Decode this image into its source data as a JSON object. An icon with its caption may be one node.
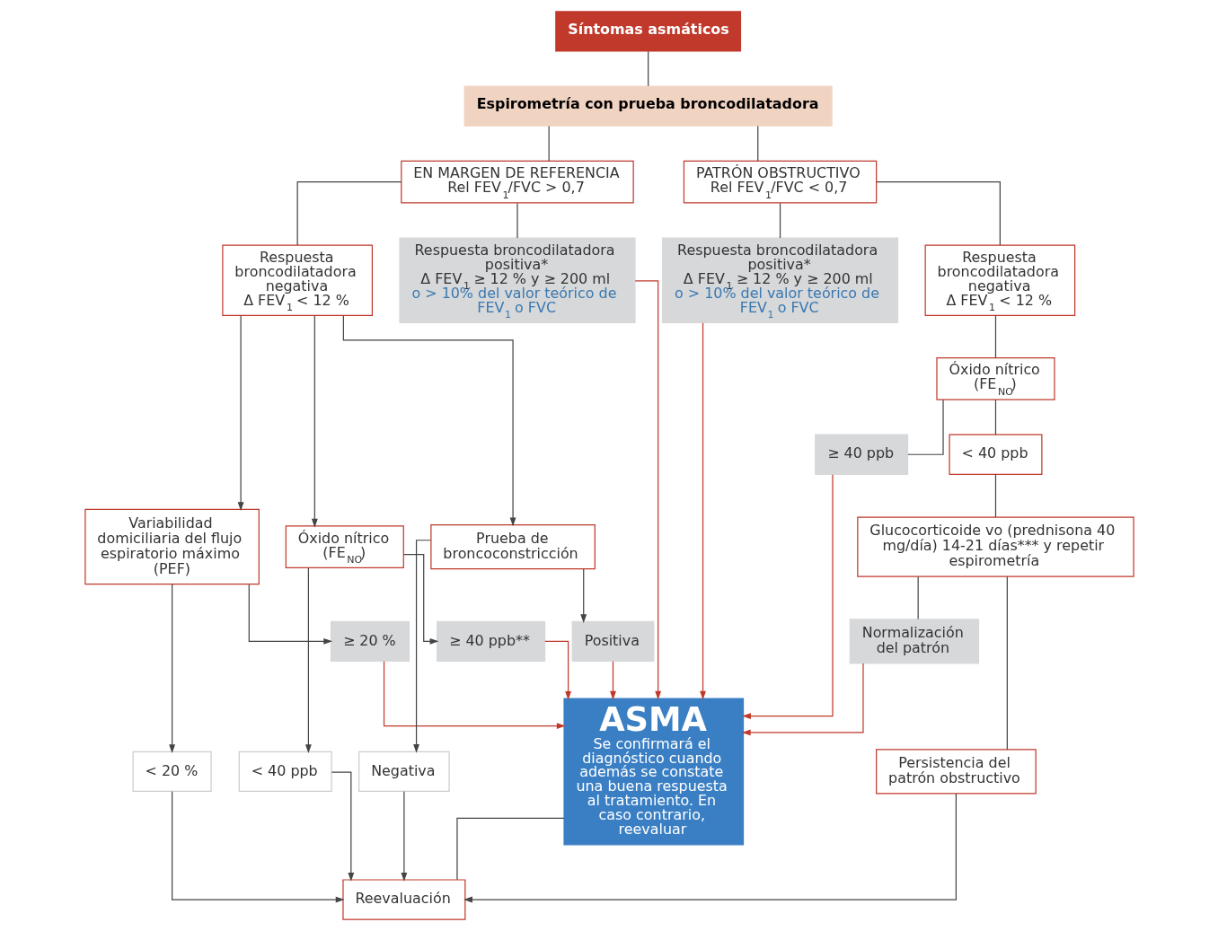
{
  "diagram": {
    "nodes": [
      {
        "text": [
          "Síntomas asmáticos"
        ]
      },
      {
        "text": [
          "Espirometría con prueba broncodilatadora"
        ]
      },
      {
        "text": [
          "EN MARGEN DE REFERENCIA",
          "Rel FEV$_{1}$/FVC > 0,7"
        ]
      },
      {
        "text": [
          "PATRÓN OBSTRUCTIVO",
          "Rel FEV$_{1}$/FVC < 0,7"
        ]
      },
      {
        "text": [
          "Respuesta broncodilatadora negativa",
          "Δ FEV$_{1}$ < 12 %"
        ]
      },
      {
        "text": [
          "Respuesta broncodilatadora positiva*",
          "Δ FEV$_{1}$ ≥ 12 % y ≥ 200 ml",
          "o > 10% del valor teórico de FEV$_{1}$ o FVC"
        ]
      },
      {
        "text": [
          "Respuesta broncodilatadora positiva*",
          "Δ FEV$_{1}$ ≥ 12 % y ≥ 200 ml",
          "o > 10% del valor teórico de FEV$_{1}$ o FVC"
        ]
      },
      {
        "text": [
          "Respuesta broncodilatadora negativa",
          "Δ FEV$_{1}$ < 12 %"
        ]
      },
      {
        "text": [
          "Variabilidad domiciliaria del flujo espiratorio máximo (PEF)"
        ]
      },
      {
        "text": [
          "≥ 20 %"
        ]
      },
      {
        "text": [
          "< 20 %"
        ]
      },
      {
        "text": [
          "Óxido nítrico (FE$_{NO}$)"
        ]
      },
      {
        "text": [
          "≥ 40 ppb**"
        ]
      },
      {
        "text": [
          "< 40 ppb"
        ]
      },
      {
        "text": [
          "Prueba de broncoconstricción"
        ]
      },
      {
        "text": [
          "Positiva"
        ]
      },
      {
        "text": [
          "Negativa"
        ]
      },
      {
        "text": [
          "ASMA",
          "Se confirmará el diagnóstico cuando además se constate una buena respuesta al tratamiento. En caso contrario, reevaluar"
        ]
      },
      {
        "text": [
          "Reevaluación"
        ]
      },
      {
        "text": [
          "Óxido nítrico (FE$_{NO}$)"
        ]
      },
      {
        "text": [
          "≥ 40 ppb"
        ]
      },
      {
        "text": [
          "< 40 ppb"
        ]
      },
      {
        "text": [
          "Glucocorticoide vo (prednisona 40 mg/día) 14-21 días*** y repetir espirometría"
        ]
      },
      {
        "text": [
          "Normalización del patrón"
        ]
      },
      {
        "text": [
          "Persistencia del patrón obstructivo"
        ]
      }
    ],
    "edges": [
      {
        "from": 0,
        "to": 1,
        "arrow": "none"
      },
      {
        "from": 1,
        "to": 2,
        "arrow": "none"
      },
      {
        "from": 1,
        "to": 3,
        "arrow": "none"
      },
      {
        "from": 2,
        "to": 4,
        "arrow": "none"
      },
      {
        "from": 2,
        "to": 5,
        "arrow": "none"
      },
      {
        "from": 3,
        "to": 6,
        "arrow": "none"
      },
      {
        "from": 3,
        "to": 7,
        "arrow": "none"
      },
      {
        "from": 4,
        "to": 8,
        "arrow": "to"
      },
      {
        "from": 4,
        "to": 11,
        "arrow": "to"
      },
      {
        "from": 4,
        "to": 14,
        "arrow": "to"
      },
      {
        "from": 5,
        "to": 17,
        "arrow": "to",
        "color": "#c0392b"
      },
      {
        "from": 6,
        "to": 17,
        "arrow": "to",
        "color": "#c0392b"
      },
      {
        "from": 8,
        "to": 9,
        "arrow": "to"
      },
      {
        "from": 8,
        "to": 10,
        "arrow": "to"
      },
      {
        "from": 11,
        "to": 12,
        "arrow": "to"
      },
      {
        "from": 11,
        "to": 13,
        "arrow": "to"
      },
      {
        "from": 14,
        "to": 15,
        "arrow": "to"
      },
      {
        "from": 14,
        "to": 16,
        "arrow": "to"
      },
      {
        "from": 9,
        "to": 17,
        "arrow": "to",
        "color": "#c0392b"
      },
      {
        "from": 12,
        "to": 17,
        "arrow": "to",
        "color": "#c0392b"
      },
      {
        "from": 15,
        "to": 17,
        "arrow": "to",
        "color": "#c0392b"
      },
      {
        "from": 10,
        "to": 18,
        "arrow": "to"
      },
      {
        "from": 13,
        "to": 18,
        "arrow": "to"
      },
      {
        "from": 16,
        "to": 18,
        "arrow": "to"
      },
      {
        "from": 17,
        "to": 18,
        "arrow": "none"
      },
      {
        "from": 7,
        "to": 19,
        "arrow": "none"
      },
      {
        "from": 19,
        "to": 20,
        "arrow": "none"
      },
      {
        "from": 19,
        "to": 21,
        "arrow": "none"
      },
      {
        "from": 20,
        "to": 17,
        "arrow": "to",
        "color": "#c0392b"
      },
      {
        "from": 21,
        "to": 22,
        "arrow": "none"
      },
      {
        "from": 22,
        "to": 23,
        "arrow": "none"
      },
      {
        "from": 22,
        "to": 24,
        "arrow": "none"
      },
      {
        "from": 23,
        "to": 17,
        "arrow": "to",
        "color": "#c0392b"
      },
      {
        "from": 24,
        "to": 18,
        "arrow": "to"
      }
    ]
  }
}
